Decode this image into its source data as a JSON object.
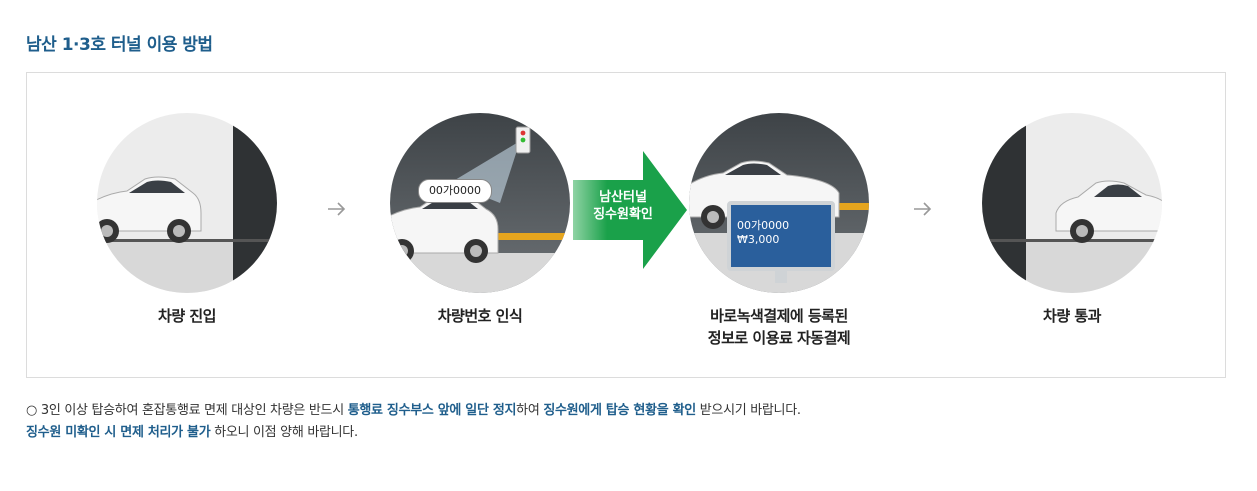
{
  "page": {
    "title": "남산 1·3호 터널 이용 방법"
  },
  "steps": [
    {
      "label": "차량 진입",
      "icon": "car-entering-tunnel-illustration"
    },
    {
      "label": "차량번호 인식",
      "icon": "plate-recognition-illustration",
      "plate": "00가0000"
    },
    {
      "label_line1": "바로녹색결제에 등록된",
      "label_line2": "정보로 이용료 자동결제",
      "icon": "auto-payment-illustration",
      "plate": "00가0000",
      "amount": "₩3,000"
    },
    {
      "label": "차량 통과",
      "icon": "car-exiting-tunnel-illustration"
    }
  ],
  "check_arrow": {
    "line1": "남산터널",
    "line2": "징수원확인",
    "color": "#1aa14a"
  },
  "notes": {
    "line1_prefix": "○ 3인 이상 탑승하여 혼잡통행료 면제 대상인 차량은 반드시 ",
    "line1_hl1": "통행료 징수부스 앞에 일단 정지",
    "line1_mid": "하여 ",
    "line1_hl2": "징수원에게 탑승 현황을 확인",
    "line1_suffix": " 받으시기 바랍니다.",
    "line2_hl": "징수원 미확인 시 면제 처리가 불가",
    "line2_suffix": " 하오니 이점 양해 바랍니다."
  },
  "colors": {
    "accent": "#1f5e8c",
    "green": "#1aa14a",
    "tunnel_dark": "#2f3234",
    "gold": "#e6a51e"
  }
}
